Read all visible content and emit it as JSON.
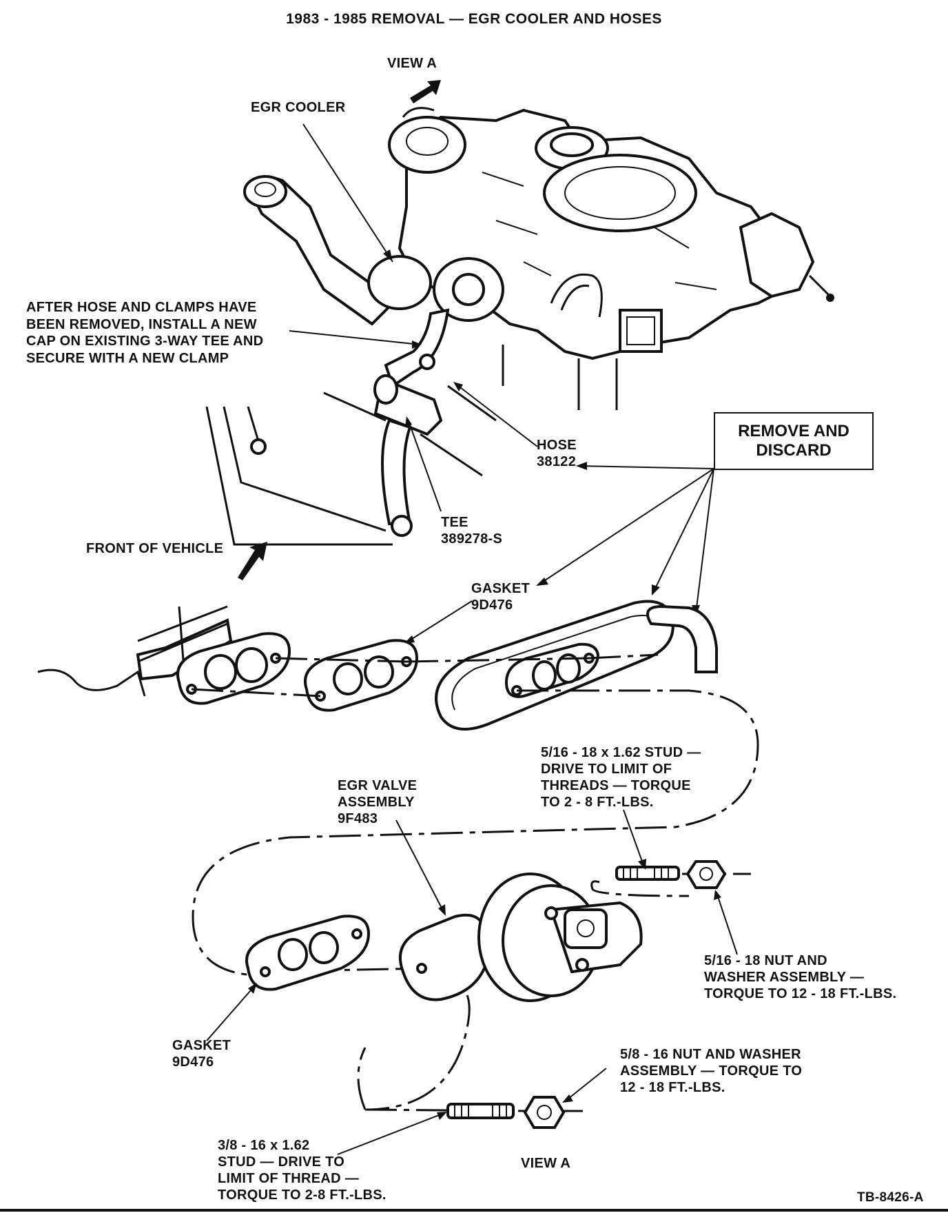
{
  "title": "1983 - 1985 REMOVAL — EGR COOLER AND HOSES",
  "labels": {
    "view_a_top": "VIEW A",
    "egr_cooler": "EGR COOLER",
    "after_hose": "AFTER HOSE AND CLAMPS HAVE\nBEEN REMOVED, INSTALL A NEW\nCAP ON EXISTING 3-WAY TEE AND\nSECURE WITH A NEW CLAMP",
    "hose": "HOSE\n38122",
    "remove_discard": [
      "REMOVE AND",
      "DISCARD"
    ],
    "tee": "TEE\n389278-S",
    "front_of_vehicle": "FRONT OF VEHICLE",
    "gasket_top": "GASKET\n9D476",
    "stud_516": "5/16 - 18 x 1.62 STUD —\nDRIVE TO LIMIT OF\nTHREADS — TORQUE\nTO 2 - 8 FT.-LBS.",
    "egr_valve": "EGR VALVE\nASSEMBLY\n9F483",
    "nut_516": "5/16 - 18 NUT AND\nWASHER ASSEMBLY —\nTORQUE TO 12 - 18 FT.-LBS.",
    "gasket_bottom": "GASKET\n9D476",
    "nut_58": "5/8 - 16 NUT AND WASHER\nASSEMBLY — TORQUE TO\n12 - 18 FT.-LBS.",
    "stud_38": "3/8 - 16 x 1.62\nSTUD — DRIVE TO\nLIMIT OF THREAD —\nTORQUE TO 2-8 FT.-LBS.",
    "view_a_bottom": "VIEW A",
    "figure_id": "TB-8426-A"
  },
  "colors": {
    "ink": "#111111",
    "paper": "#ffffff"
  }
}
